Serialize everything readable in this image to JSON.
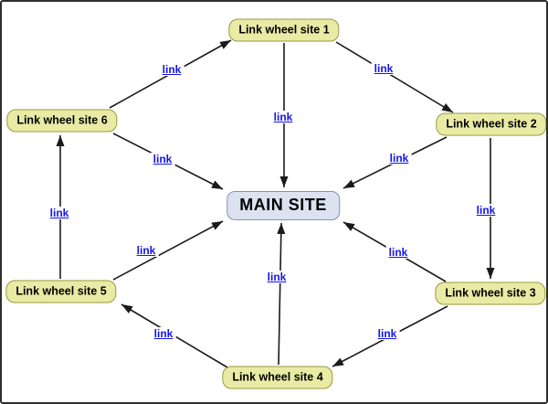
{
  "diagram": {
    "main_node": {
      "label": "MAIN SITE"
    },
    "nodes": [
      {
        "label": "Link wheel site 1"
      },
      {
        "label": "Link wheel site 2"
      },
      {
        "label": "Link wheel site 3"
      },
      {
        "label": "Link wheel site 4"
      },
      {
        "label": "Link wheel site 5"
      },
      {
        "label": "Link wheel site 6"
      }
    ],
    "edges": [
      {
        "from": "Link wheel site 6",
        "to": "Link wheel site 1",
        "label": "link"
      },
      {
        "from": "Link wheel site 1",
        "to": "Link wheel site 2",
        "label": "link"
      },
      {
        "from": "Link wheel site 2",
        "to": "Link wheel site 3",
        "label": "link"
      },
      {
        "from": "Link wheel site 3",
        "to": "Link wheel site 4",
        "label": "link"
      },
      {
        "from": "Link wheel site 4",
        "to": "Link wheel site 5",
        "label": "link"
      },
      {
        "from": "Link wheel site 5",
        "to": "Link wheel site 6",
        "label": "link"
      },
      {
        "from": "Link wheel site 1",
        "to": "MAIN SITE",
        "label": "link"
      },
      {
        "from": "Link wheel site 2",
        "to": "MAIN SITE",
        "label": "link"
      },
      {
        "from": "Link wheel site 3",
        "to": "MAIN SITE",
        "label": "link"
      },
      {
        "from": "Link wheel site 4",
        "to": "MAIN SITE",
        "label": "link"
      },
      {
        "from": "Link wheel site 5",
        "to": "MAIN SITE",
        "label": "link"
      },
      {
        "from": "Link wheel site 6",
        "to": "MAIN SITE",
        "label": "link"
      }
    ],
    "colors": {
      "wheel_node_fill": "#E9EBA5",
      "wheel_node_border": "#99993F",
      "main_node_fill": "#DBE3F1",
      "main_node_border": "#8192B2",
      "link_text": "#1414E6",
      "edge_line": "#1A1A1A"
    }
  }
}
